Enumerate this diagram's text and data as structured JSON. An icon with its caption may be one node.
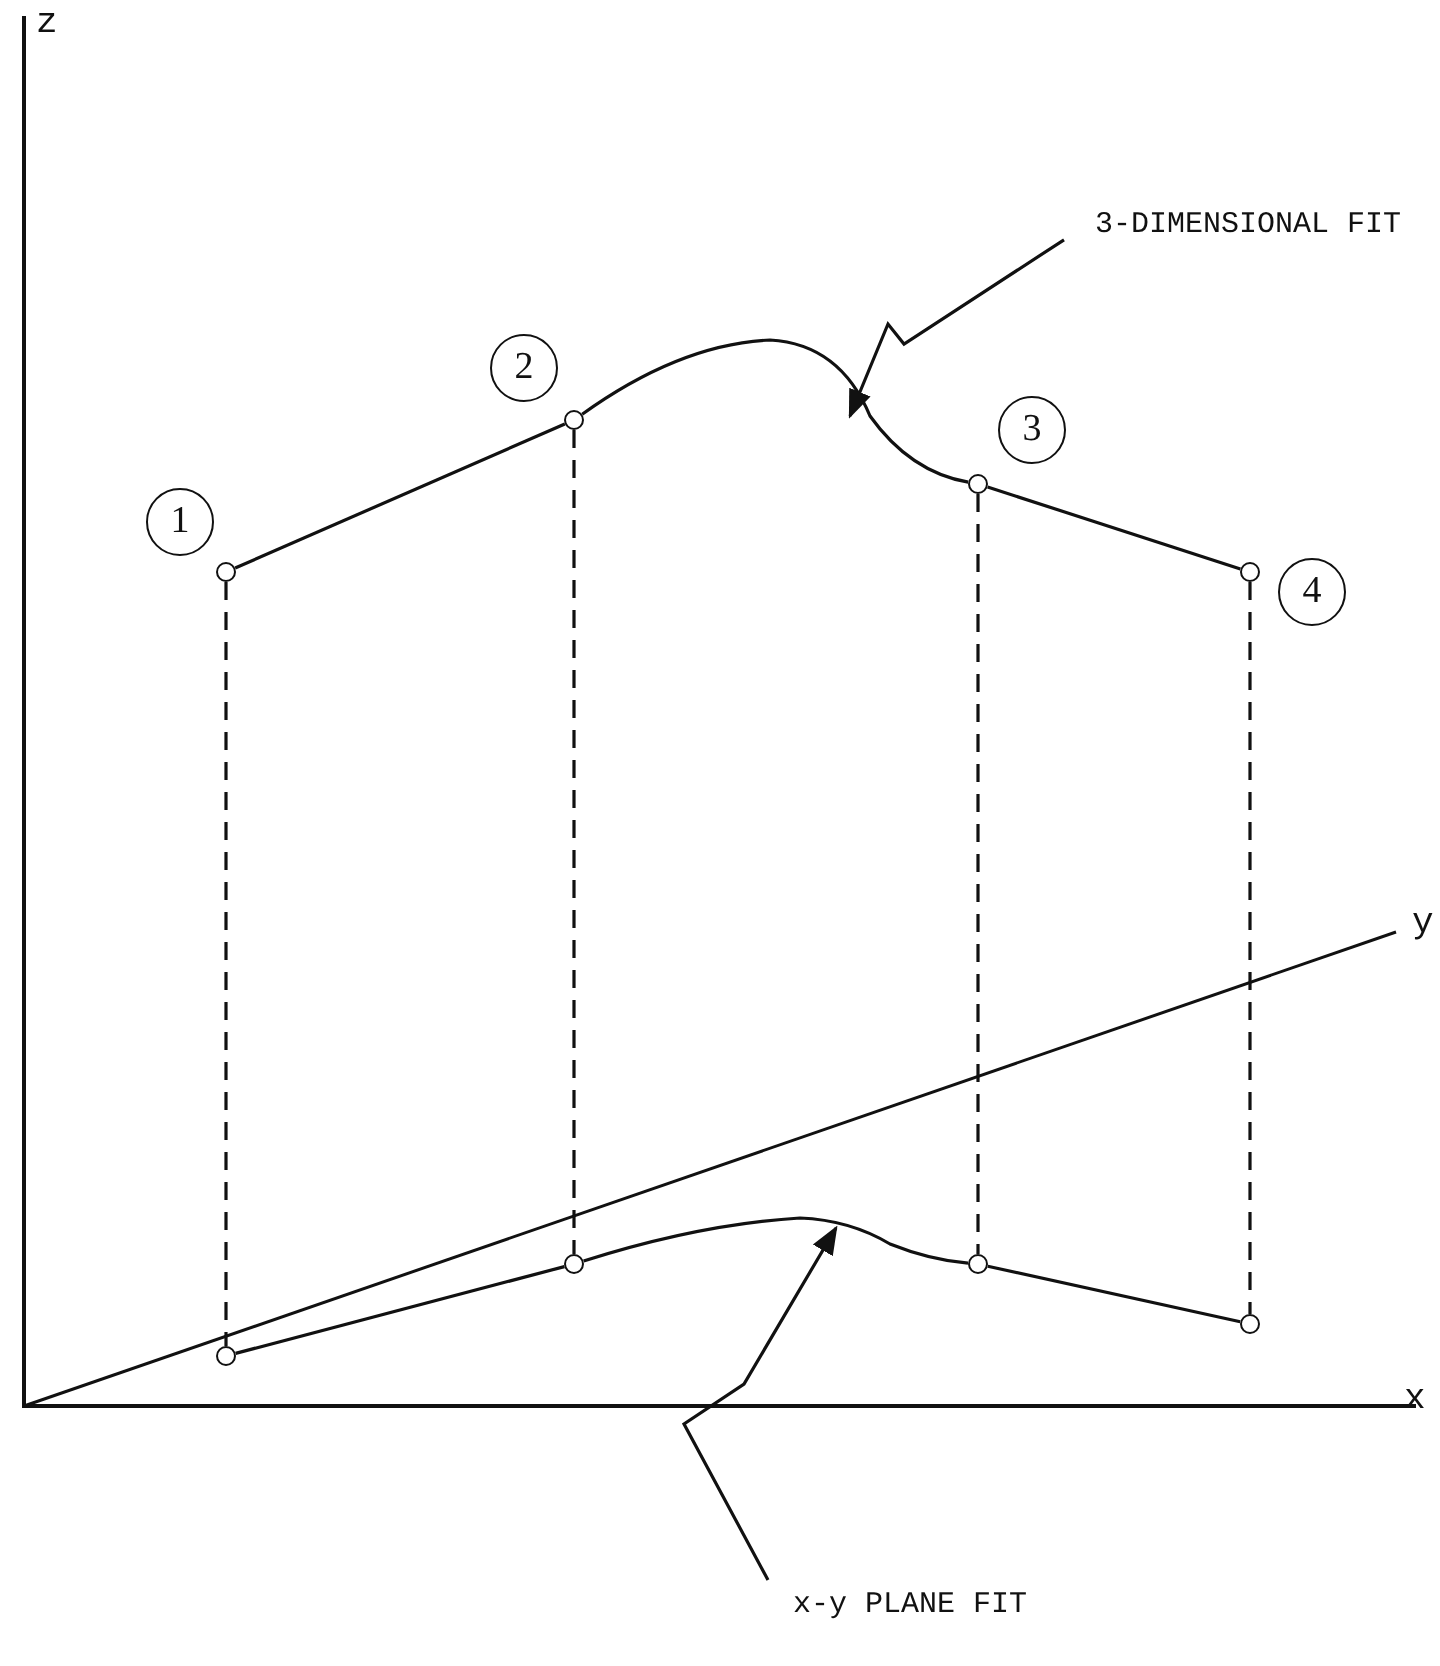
{
  "diagram": {
    "nodes": [
      {
        "text": [
          "3-DIMENSIONAL FIT"
        ]
      },
      {
        "text": [
          "2"
        ]
      },
      {
        "text": [
          "3"
        ]
      },
      {
        "text": [
          "1"
        ]
      },
      {
        "text": [
          "4"
        ]
      },
      {
        "text": [],
        "shape": "circle"
      },
      {
        "text": [],
        "shape": "circle"
      },
      {
        "text": [],
        "shape": "circle"
      },
      {
        "text": [],
        "shape": "circle"
      },
      {
        "text": [],
        "shape": "circle"
      },
      {
        "text": [],
        "shape": "circle"
      },
      {
        "text": [],
        "shape": "circle"
      },
      {
        "text": [],
        "shape": "circle"
      },
      {
        "text": [
          "x-y PLANE FIT"
        ]
      }
    ],
    "edges": [
      {
        "from": 5,
        "to": 6,
        "arrow": "none"
      },
      {
        "from": 6,
        "to": 7,
        "arrow": "none"
      },
      {
        "from": 7,
        "to": 8,
        "arrow": "none"
      },
      {
        "from": 9,
        "to": 10,
        "arrow": "none"
      },
      {
        "from": 10,
        "to": 11,
        "arrow": "none"
      },
      {
        "from": 11,
        "to": 12,
        "arrow": "none"
      },
      {
        "from": 5,
        "to": 9,
        "arrow": "none",
        "style": "dashed"
      },
      {
        "from": 6,
        "to": 10,
        "arrow": "none",
        "style": "dashed"
      },
      {
        "from": 7,
        "to": 11,
        "arrow": "none",
        "style": "dashed"
      },
      {
        "from": 8,
        "to": 12,
        "arrow": "none",
        "style": "dashed"
      },
      {
        "from": 0,
        "to": null,
        "arrow": "to"
      },
      {
        "from": 13,
        "to": null,
        "arrow": "to"
      }
    ],
    "labels": [
      "z",
      "y",
      "x"
    ]
  }
}
